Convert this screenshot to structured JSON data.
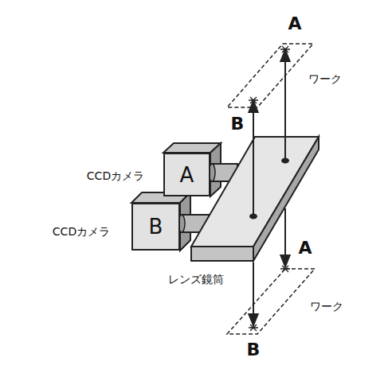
{
  "diagram": {
    "nodes": [
      {
        "text": [
          "A"
        ]
      },
      {
        "text": [
          "B"
        ]
      }
    ],
    "labels": [
      "A",
      "ワーク",
      "B",
      "CCDカメラ",
      "CCDカメラ",
      "レンズ鏡筒",
      "A",
      "ワーク",
      "B"
    ]
  }
}
